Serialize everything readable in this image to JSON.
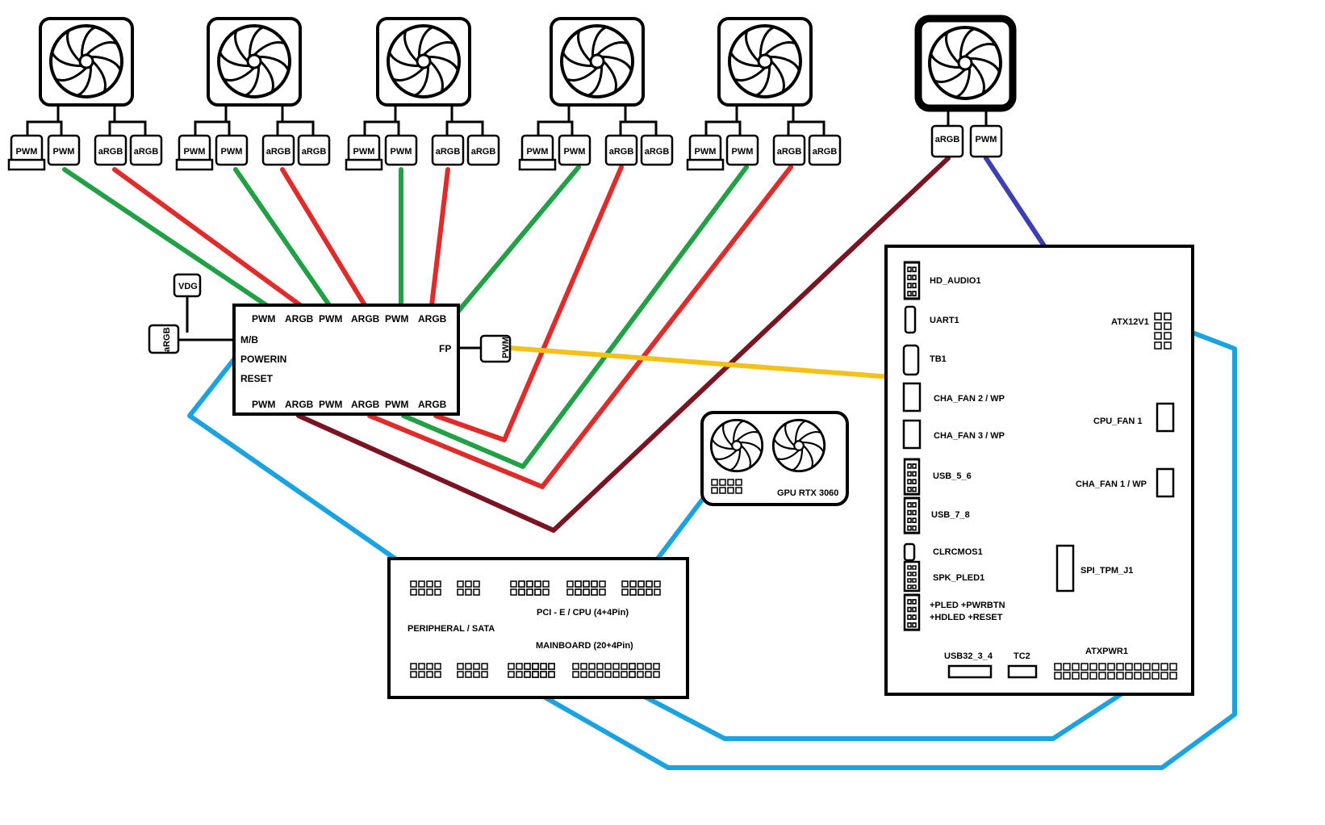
{
  "colors": {
    "pwm_wire": "#22a045",
    "argb_wire": "#e02b2b",
    "rear_argb_wire": "#7a1322",
    "cpu_fan_wire": "#3c3fb4",
    "fan_hub_wire": "#f5c116",
    "power_wire": "#1aa3e0"
  },
  "icons": {
    "fan": "fan-icon",
    "connector": "connector-icon"
  },
  "fans": {
    "pwm_label": "PWM",
    "argb_label": "aRGB"
  },
  "hub": {
    "vdg_label": "VDG",
    "side_argb_label": "aRGB",
    "fp_pwm_label": "PWM",
    "top_ports": [
      "PWM",
      "ARGB",
      "PWM",
      "ARGB",
      "PWM",
      "ARGB"
    ],
    "bottom_ports": [
      "PWM",
      "ARGB",
      "PWM",
      "ARGB",
      "PWM",
      "ARGB"
    ],
    "left_labels": [
      "M/B",
      "POWERIN",
      "RESET"
    ],
    "fp_label": "FP"
  },
  "gpu": {
    "label": "GPU RTX 3060"
  },
  "psu": {
    "peripheral_label": "PERIPHERAL / SATA",
    "pcie_label": "PCI - E / CPU (4+4Pin)",
    "mainboard_label": "MAINBOARD (20+4Pin)"
  },
  "motherboard": {
    "left_headers": [
      "HD_AUDIO1",
      "UART1",
      "TB1",
      "CHA_FAN 2 / WP",
      "CHA_FAN 3 / WP",
      "USB_5_6",
      "USB_7_8",
      "CLRCMOS1",
      "SPK_PLED1"
    ],
    "panel_line1": "+PLED  +PWRBTN",
    "panel_line2": "+HDLED    +RESET",
    "atx12v": "ATX12V1",
    "cpu_fan": "CPU_FAN 1",
    "cha_fan1": "CHA_FAN 1 / WP",
    "spi_tpm": "SPI_TPM_J1",
    "usb32": "USB32_3_4",
    "tc2": "TC2",
    "atxpwr": "ATXPWR1"
  }
}
